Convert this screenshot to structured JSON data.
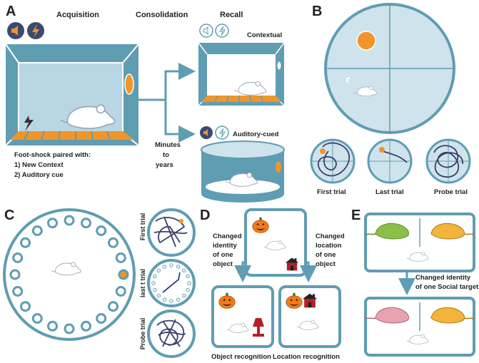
{
  "panels": {
    "a": {
      "letter": "A",
      "phases": {
        "acquisition": "Acquisition",
        "consolidation": "Consolidation",
        "recall": "Recall"
      },
      "foot_shock": {
        "line1": "Foot-shock paired with:",
        "line2": "1) New Context",
        "line3": "2) Auditory cue"
      },
      "interval": {
        "line1": "Minutes",
        "line2": "to",
        "line3": "years"
      },
      "contextual": "Contextual",
      "auditory_cued": "Auditory-cued"
    },
    "b": {
      "letter": "B",
      "trials": {
        "first": "First trial",
        "last": "Last trial",
        "probe": "Probe trial"
      }
    },
    "c": {
      "letter": "C",
      "trials": {
        "first": "First trial",
        "last": "last t trial",
        "probe": "Probe  trial"
      }
    },
    "d": {
      "letter": "D",
      "left_change": {
        "line1": "Changed",
        "line2": "identity",
        "line3": "of one",
        "line4": "object"
      },
      "right_change": {
        "line1": "Changed",
        "line2": "location",
        "line3": "of one",
        "line4": "object"
      },
      "object_recognition": "Object recognition",
      "location_recognition": "Location recognition"
    },
    "e": {
      "letter": "E",
      "change": "Changed  identity",
      "change2": "of one  Social target"
    }
  },
  "colors": {
    "teal": "#5f9db3",
    "teal_light": "#cfe3ec",
    "orange": "#f0952a",
    "navy": "#3a3f6b",
    "outline": "#5b9cb6"
  }
}
